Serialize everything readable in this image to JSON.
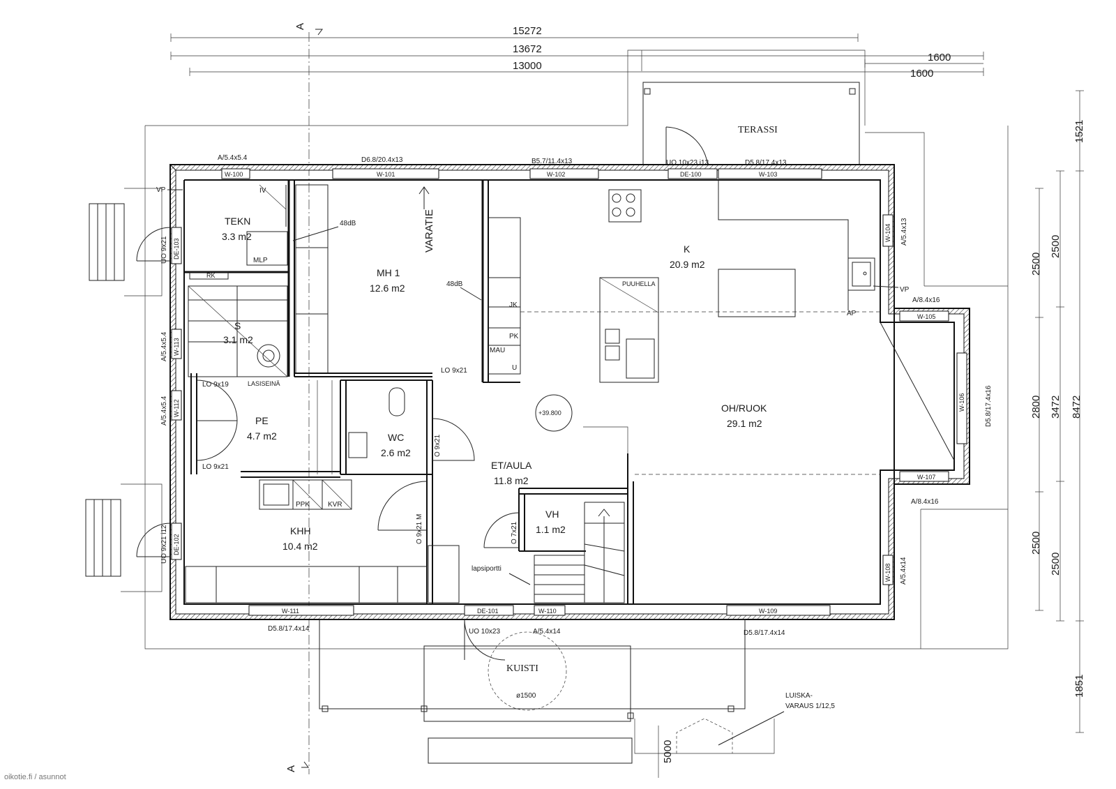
{
  "dimensions": {
    "top_overall": "15272",
    "top_middle": "13672",
    "top_inner": "13000",
    "top_right_1": "1600",
    "top_right_2": "1600",
    "right_top": "1521",
    "right_2500_a": "2500",
    "right_2500_b": "2500",
    "right_2800": "2800",
    "right_3472": "3472",
    "right_8472": "8472",
    "right_2500_c": "2500",
    "right_2500_d": "2500",
    "right_bottom": "1851",
    "bottom_5000": "5000"
  },
  "section_marks": {
    "top": "A",
    "bottom": "A"
  },
  "rooms": {
    "tekn": {
      "name": "TEKN",
      "area": "3.3 m2"
    },
    "mh1": {
      "name": "MH 1",
      "area": "12.6 m2"
    },
    "k": {
      "name": "K",
      "area": "20.9 m2"
    },
    "s": {
      "name": "S",
      "area": "3.1 m2"
    },
    "pe": {
      "name": "PE",
      "area": "4.7 m2"
    },
    "wc": {
      "name": "WC",
      "area": "2.6 m2"
    },
    "ohruok": {
      "name": "OH/RUOK",
      "area": "29.1 m2"
    },
    "etaula": {
      "name": "ET/AULA",
      "area": "11.8 m2"
    },
    "vh": {
      "name": "VH",
      "area": "1.1 m2"
    },
    "khh": {
      "name": "KHH",
      "area": "10.4 m2"
    }
  },
  "outdoor": {
    "terassi": "TERASSI",
    "kuisti": "KUISTI",
    "kuisti_diameter": "ø1500",
    "luiska_1": "LUISKA-",
    "luiska_2": "VARAUS 1/12,5"
  },
  "window_specs": {
    "a54x54_top": "A/5.4x5.4",
    "d68": "D6.8/20.4x13",
    "b57": "B5.7/11.4x13",
    "uo_top": "UO 10x23 i13",
    "d58_top": "D5.8/17.4x13",
    "a54x13": "A/5.4x13",
    "a84x16_top": "A/8.4x16",
    "d58_right": "D5.8/17.4x16",
    "a84x16_bottom": "A/8.4x16",
    "a54x14_right": "A/5.4x14",
    "d58_bottom_right": "D5.8/17.4x14",
    "a54x14_bottom": "A/5.4x14",
    "uo_bottom": "UO 10x23",
    "d58_bottom_left": "D5.8/17.4x14",
    "a54x54_left_1": "A/5.4x5.4",
    "a54x54_left_2": "A/5.4x5.4",
    "uo_left_1": "UO 9x21",
    "uo_left_2": "UO 9x21 i12"
  },
  "window_tags": {
    "w100": "W-100",
    "w101": "W-101",
    "w102": "W-102",
    "de100": "DE-100",
    "w103": "W-103",
    "w104": "W-104",
    "w105": "W-105",
    "w106": "W-106",
    "w107": "W-107",
    "w108": "W-108",
    "w109": "W-109",
    "w110": "W-110",
    "de101": "DE-101",
    "w111": "W-111",
    "de102": "DE-102",
    "w112": "W-112",
    "w113": "W-113",
    "de103": "DE-103"
  },
  "labels": {
    "vp_left": "VP",
    "vp_right": "VP",
    "iv": "IV",
    "mlp": "MLP",
    "db48_a": "48dB",
    "db48_b": "48dB",
    "varatie": "VARATIE",
    "rk": "RK",
    "puuhella": "PUUHELLA",
    "ap": "AP",
    "jk": "JK",
    "pk": "PK",
    "mau": "MAU",
    "u": "U",
    "lo921_mh": "LO 9x21",
    "lo919": "LO 9x19",
    "lasiseina": "LASISEINÄ",
    "lo921_pe": "LO 9x21",
    "o921_wc": "O 9x21",
    "level": "+39.800",
    "o921m": "O 9x21 M",
    "ppk": "PPK",
    "kvr": "KVR",
    "o721": "O 7x21",
    "lapsiportti": "lapsiportti"
  },
  "watermark": "oikotie.fi / asunnot"
}
